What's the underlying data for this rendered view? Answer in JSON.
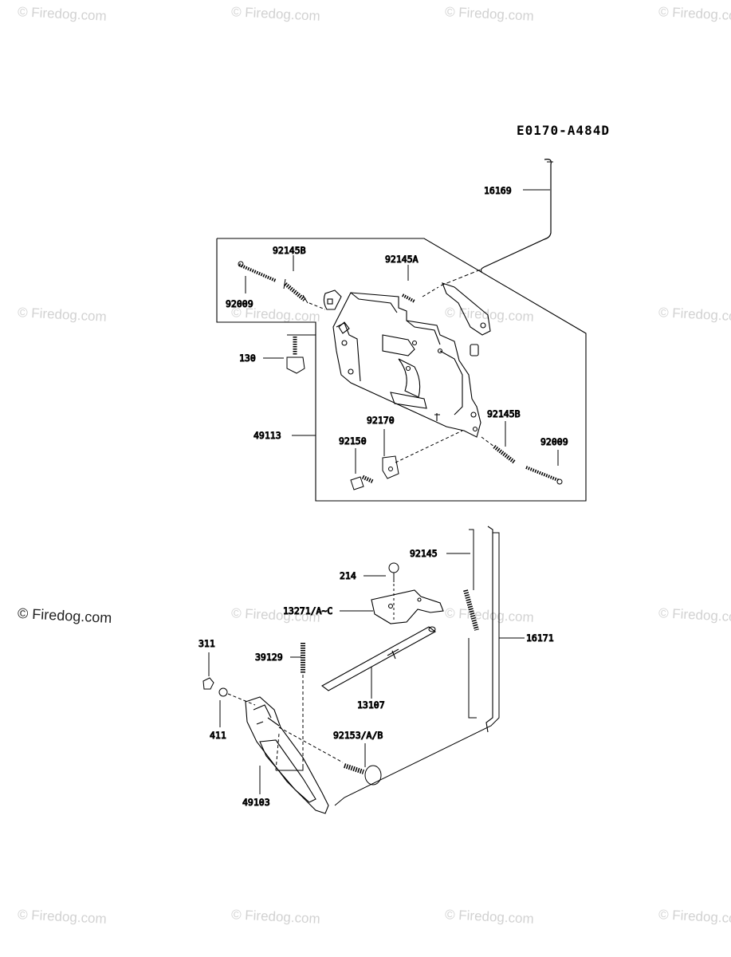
{
  "diagram_code": "E0170-A484D",
  "watermark": "© Firedog.com",
  "parts": {
    "p16169": "16169",
    "p92145B_top": "92145B",
    "p92145A": "92145A",
    "p92009_top": "92009",
    "p130": "130",
    "p49113": "49113",
    "p92170": "92170",
    "p92150": "92150",
    "p92145B_right": "92145B",
    "p92009_right": "92009",
    "p92145": "92145",
    "p214": "214",
    "p13271": "13271/A~C",
    "p16171": "16171",
    "p311": "311",
    "p39129": "39129",
    "p13107": "13107",
    "p411": "411",
    "p92153": "92153/A/B",
    "p49103": "49103"
  }
}
